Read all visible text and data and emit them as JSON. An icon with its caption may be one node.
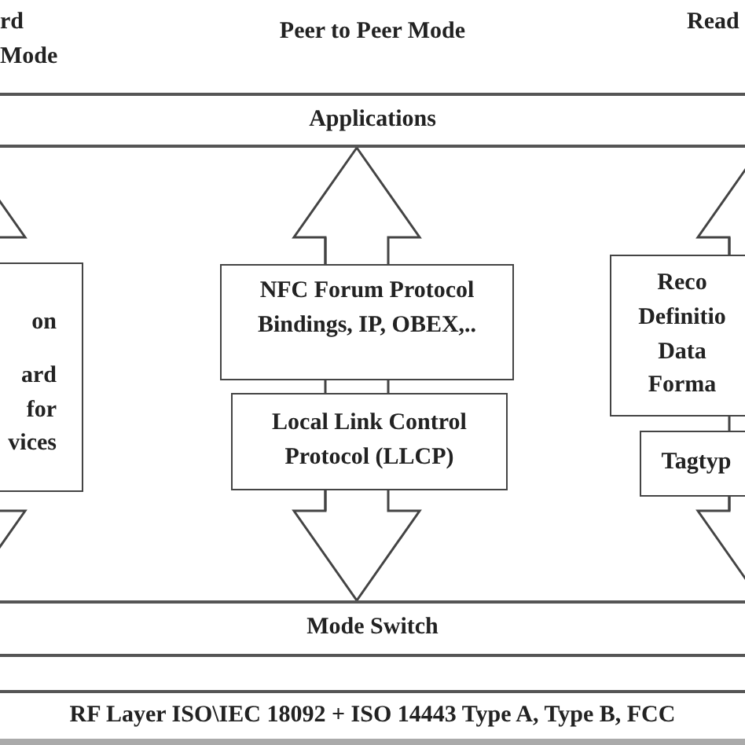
{
  "diagram": {
    "nodes": [
      {
        "text": [
          "Applications"
        ]
      },
      {
        "text": [
          "Mode Switch"
        ]
      },
      {
        "text": [
          "RF Layer ISO\\IEC 18092  + ISO 14443  Type A, Type B, FCC"
        ]
      },
      {
        "text": [
          "on",
          "ard for vices"
        ]
      },
      {
        "text": [
          "NFC Forum Protocol Bindings, IP, OBEX,.."
        ]
      },
      {
        "text": [
          "Local Link Control Protocol (LLCP)"
        ]
      },
      {
        "text": [
          "Reco Definitio Data Forma"
        ]
      },
      {
        "text": [
          "Tagtyp"
        ]
      }
    ],
    "edges": [
      {
        "from": 3,
        "to": 0,
        "arrow": "to"
      },
      {
        "from": 3,
        "to": 1,
        "arrow": "to"
      },
      {
        "from": 4,
        "to": 0,
        "arrow": "to"
      },
      {
        "from": 4,
        "to": 5,
        "arrow": "none"
      },
      {
        "from": 5,
        "to": 1,
        "arrow": "to"
      },
      {
        "from": 6,
        "to": 0,
        "arrow": "to"
      },
      {
        "from": 6,
        "to": 7,
        "arrow": "none"
      },
      {
        "from": 7,
        "to": 1,
        "arrow": "to"
      }
    ],
    "labels": [
      "rd Mode",
      "Peer to Peer Mode",
      "Read"
    ]
  }
}
